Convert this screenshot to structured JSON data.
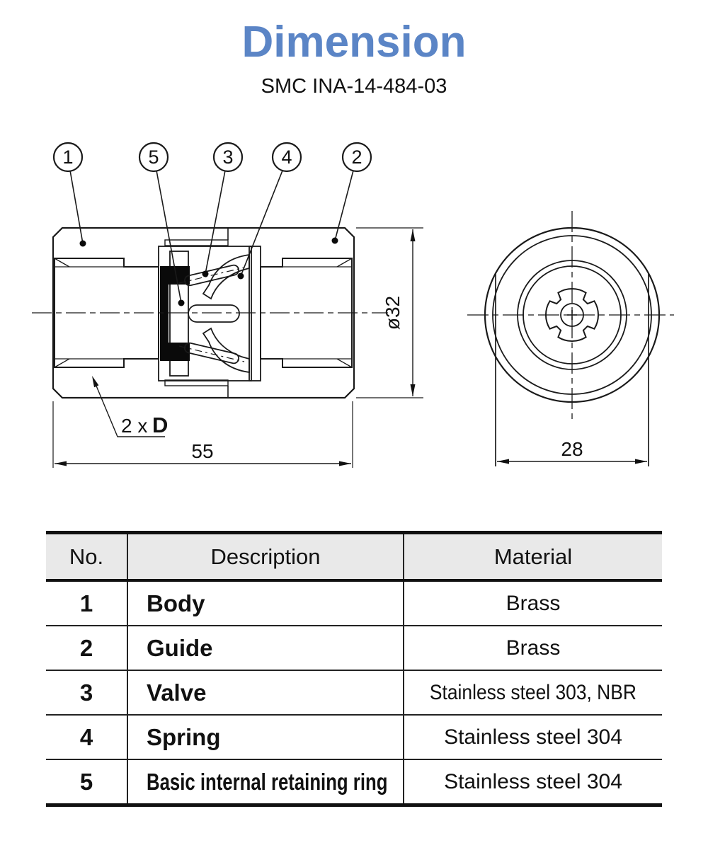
{
  "header": {
    "title": "Dimension",
    "subtitle": "SMC INA-14-484-03"
  },
  "drawing": {
    "callouts": [
      {
        "label": "1"
      },
      {
        "label": "5"
      },
      {
        "label": "3"
      },
      {
        "label": "4"
      },
      {
        "label": "2"
      }
    ],
    "dims": {
      "diameter": "ø32",
      "length": "55",
      "across_flats": "28",
      "port_prefix": "2 x",
      "port_bold": "D"
    }
  },
  "table": {
    "headers": {
      "no": "No.",
      "description": "Description",
      "material": "Material"
    },
    "rows": [
      {
        "no": "1",
        "description": "Body",
        "material": "Brass"
      },
      {
        "no": "2",
        "description": "Guide",
        "material": "Brass"
      },
      {
        "no": "3",
        "description": "Valve",
        "material": "Stainless steel 303, NBR"
      },
      {
        "no": "4",
        "description": "Spring",
        "material": "Stainless steel 304"
      },
      {
        "no": "5",
        "description": "Basic internal retaining ring",
        "material": "Stainless steel 304"
      }
    ]
  },
  "colors": {
    "accent": "#5b85c6",
    "body_fill": "#c7c7c7",
    "part_fill": "#dcdcdc",
    "disc_fill": "#e7e7e7",
    "header_bg": "#e9e9e9"
  }
}
